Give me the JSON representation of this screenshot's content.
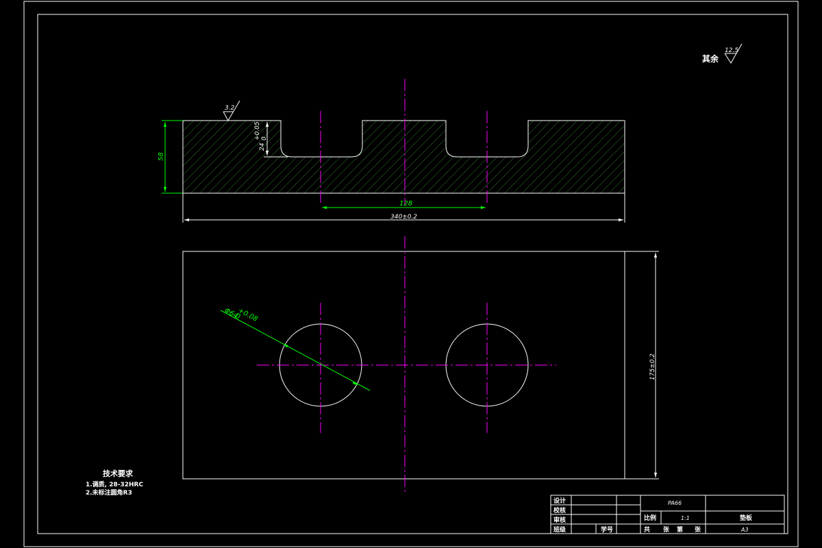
{
  "colors": {
    "background": "#000000",
    "outline": "#ffffff",
    "dimension": "#00ff00",
    "centerline": "#ff00ff",
    "hatch": "#2f6e2f"
  },
  "roughness": {
    "general_label": "其余",
    "general_value": "12.5",
    "surface_value": "3.2"
  },
  "section_view": {
    "dim_height": "58",
    "dim_pocket_depth": "24",
    "dim_pocket_tol_upper": "+0.05",
    "dim_pocket_tol_lower": "0",
    "dim_center_distance": "128",
    "dim_length": "340±0.2"
  },
  "plan_view": {
    "dim_hole_dia": "Φ64",
    "dim_hole_tol_upper": "+0.08",
    "dim_hole_tol_lower": "0",
    "dim_width": "175±0.2"
  },
  "tech_requirements": {
    "title": "技术要求",
    "items": [
      "1.调质, 28-32HRC",
      "2.未标注圆角R3"
    ]
  },
  "title_block": {
    "design": "设计",
    "check": "校核",
    "review": "审核",
    "class": "班级",
    "student_id": "学号",
    "part_name": "PA66",
    "scale_label": "比例",
    "scale_value": "1:1",
    "total_label": "共",
    "sheet_label": "张",
    "page_label": "第",
    "sheet_label_2": "张",
    "material": "垫板",
    "paper_size": "A3"
  }
}
